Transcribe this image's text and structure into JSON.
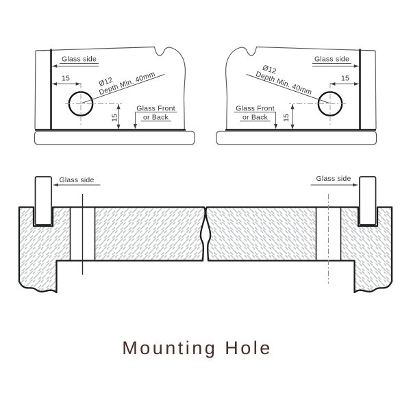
{
  "drawing": {
    "title": "Mounting Hole",
    "labels": {
      "glass_side": "Glass side",
      "offset_15": "15",
      "hole_diameter": "Ø12",
      "depth_note": "Depth Min. 40mm",
      "glass_front_line1": "Glass Front",
      "glass_front_line2": "or Back"
    },
    "colors": {
      "outline": "#1c1c1c",
      "dimension": "#4a4a4a",
      "hatch": "#c2c5c7",
      "centerline": "#9a9a9a",
      "title": "#4a2b26",
      "background": "#ffffff"
    }
  }
}
